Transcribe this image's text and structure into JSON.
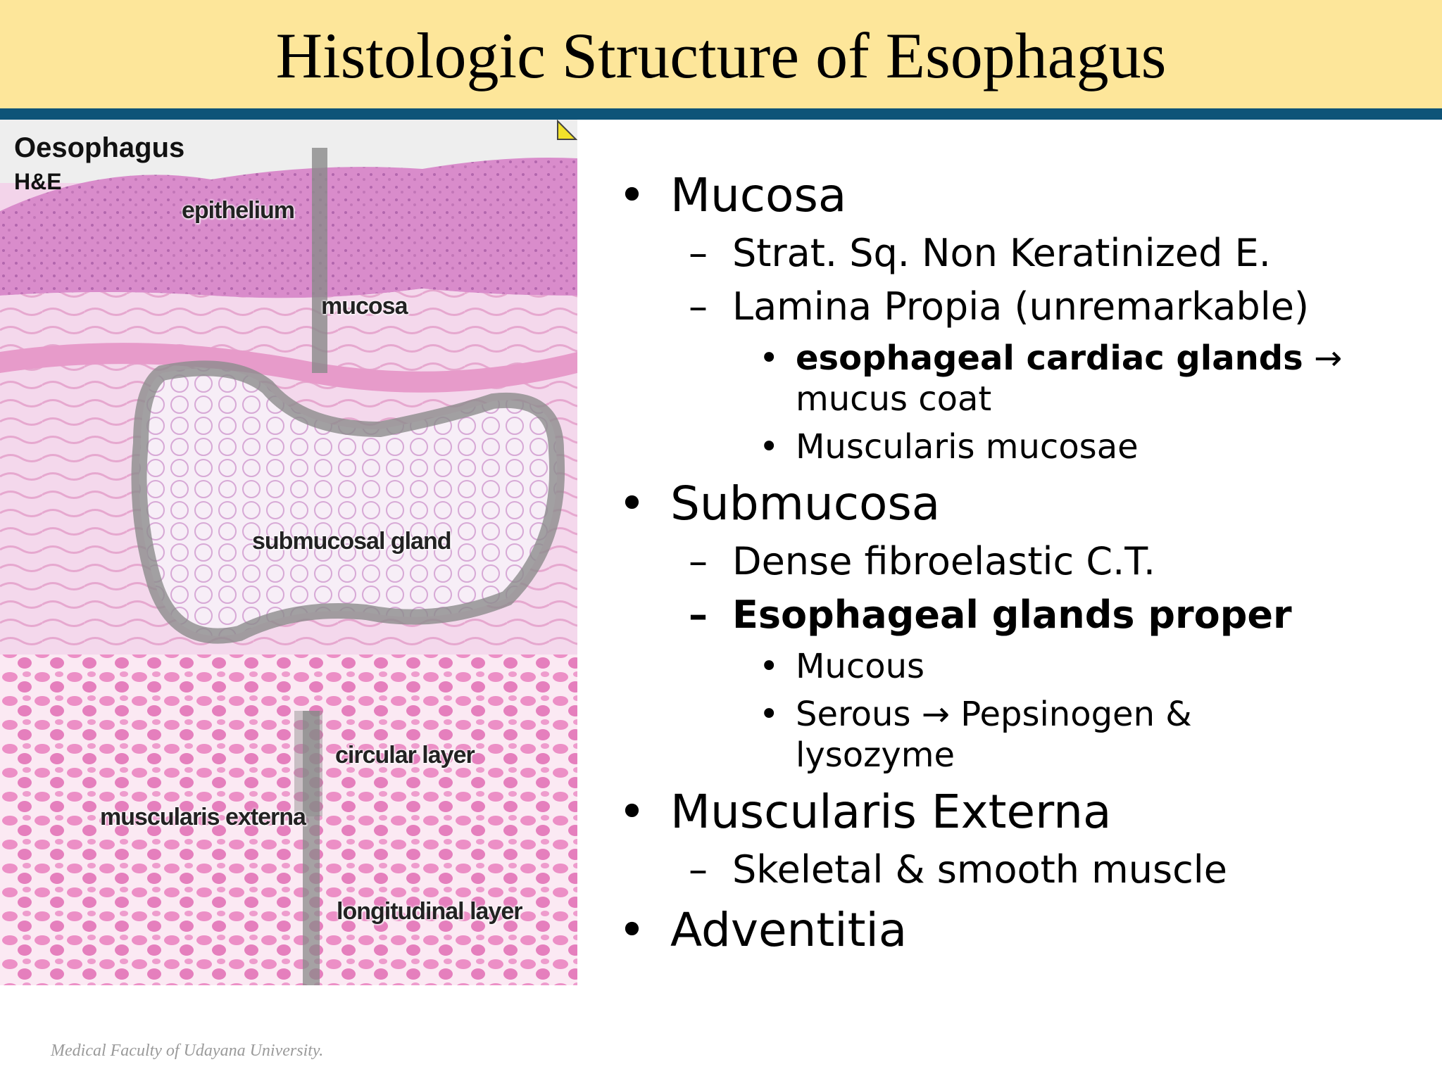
{
  "slide": {
    "title": "Histologic Structure of Esophagus",
    "footer": "Medical Faculty of Udayana University."
  },
  "micrograph": {
    "title": "Oesophagus",
    "stain": "H&E",
    "labels": {
      "epithelium": "epithelium",
      "mucosa": "mucosa",
      "submucosal_gland": "submucosal gland",
      "circular_layer": "circular layer",
      "muscularis_externa": "muscularis externa",
      "longitudinal_layer": "longitudinal layer"
    }
  },
  "bullets": {
    "mucosa": {
      "label": "Mucosa",
      "epithelium": "Strat. Sq. Non Keratinized E.",
      "lamina": "Lamina Propia (unremarkable)",
      "cardiac_glands_bold": "esophageal cardiac glands",
      "cardiac_glands_arrow": "→",
      "cardiac_glands_rest": "mucus coat",
      "muscularis_mucosae": "Muscularis mucosae"
    },
    "submucosa": {
      "label": "Submucosa",
      "ct": "Dense fibroelastic C.T.",
      "glands_proper": "Esophageal glands proper",
      "mucous": "Mucous",
      "serous_line1": "Serous → Pepsinogen &",
      "serous_line2": "lysozyme"
    },
    "muscularis": {
      "label": "Muscularis Externa",
      "muscle": "Skeletal & smooth muscle"
    },
    "adventitia": {
      "label": "Adventitia"
    }
  },
  "colors": {
    "title_bar": "#fde69a",
    "title_rule": "#0e5478",
    "footer_text": "#9a9a9a"
  }
}
